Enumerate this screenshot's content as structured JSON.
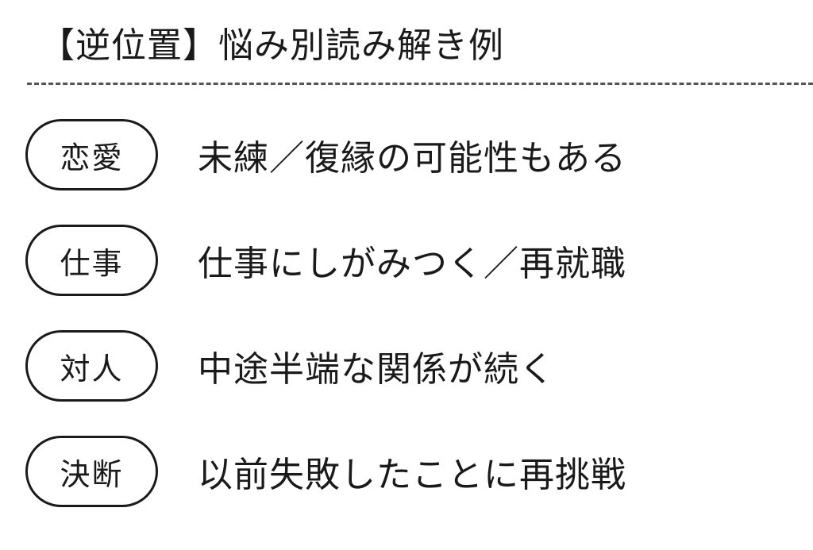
{
  "title": "【逆位置】悩み別読み解き例",
  "rows": [
    {
      "category": "恋愛",
      "description": "未練／復縁の可能性もある"
    },
    {
      "category": "仕事",
      "description": "仕事にしがみつく／再就職"
    },
    {
      "category": "対人",
      "description": "中途半端な関係が続く"
    },
    {
      "category": "決断",
      "description": "以前失敗したことに再挑戦"
    }
  ]
}
